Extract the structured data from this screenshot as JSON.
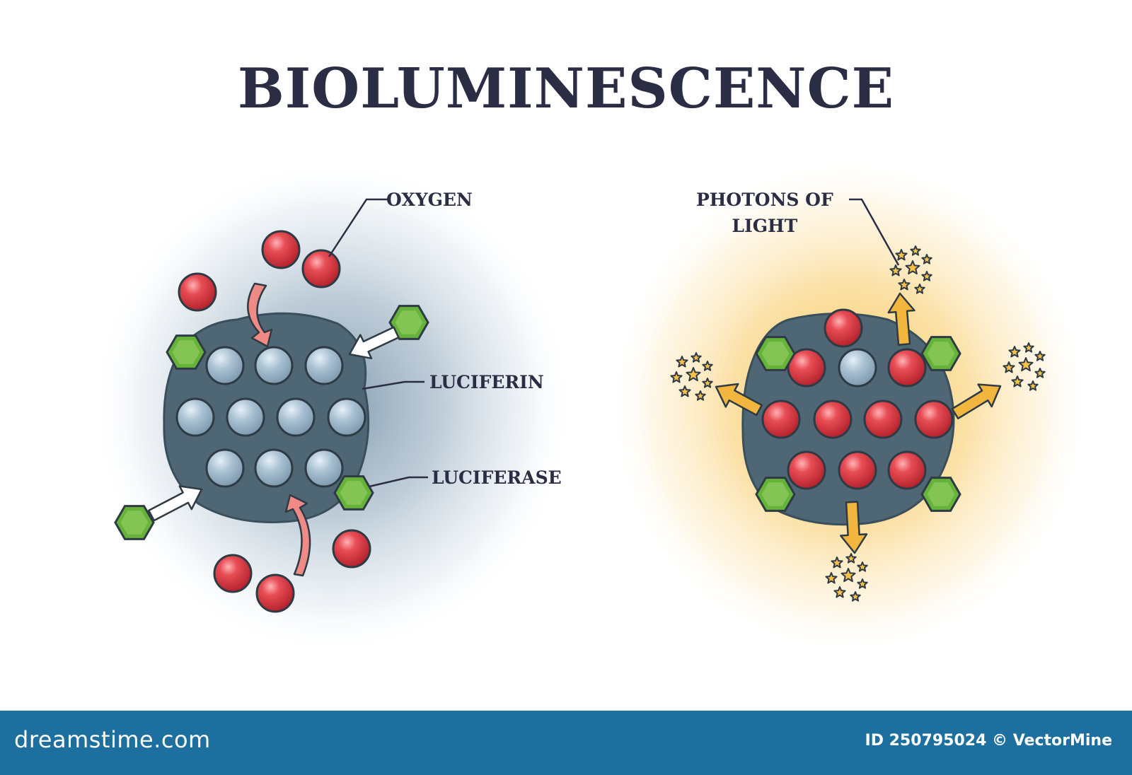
{
  "title": "BIOLUMINESCENCE",
  "labels": {
    "oxygen": "OXYGEN",
    "luciferin": "LUCIFERIN",
    "luciferase": "LUCIFERASE",
    "photons_line1": "PHOTONS OF",
    "photons_line2": "LIGHT"
  },
  "footer": {
    "brand": "dreamstime.com",
    "image_id": "ID 250795024 © VectorMine"
  },
  "colors": {
    "title": "#2b2d45",
    "body": "#4f6775",
    "luciferin": "#9fb8c9",
    "oxygen": "#d6343f",
    "luciferase": "#66b33a",
    "photon_arrow": "#f2b53d",
    "reactant_arrow": "#f08a86",
    "footer": "#1c6f9e"
  }
}
